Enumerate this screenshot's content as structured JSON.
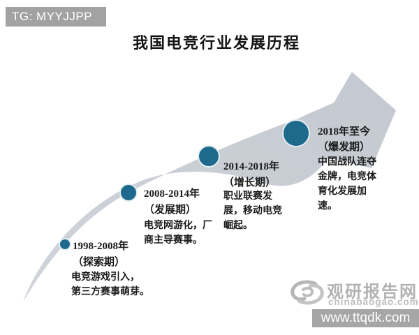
{
  "tg_badge": {
    "label": "TG: MYYJJPP"
  },
  "title": "我国电竞行业发展历程",
  "arrow": {
    "shape": "curved-growth-arrow",
    "direction": "bottom-left to top-right"
  },
  "milestones": [
    {
      "year": "1998-2008年",
      "period": "（探索期）",
      "desc": "电竞游戏引入，\n第三方赛事萌芽。"
    },
    {
      "year": "2008-2014年",
      "period": "（发展期）",
      "desc": "电竞网游化，厂\n商主导赛事。"
    },
    {
      "year": "2014-2018年",
      "period": "（增长期）",
      "desc": "职业联赛发\n展，移动电竞\n崛起。"
    },
    {
      "year": "2018年至今",
      "period": "（爆发期）",
      "desc": "中国战队连夺\n金牌，电竞体\n育化发展加\n速。"
    }
  ],
  "watermark": {
    "logo_icon": "swirl-globe-icon",
    "site_name": "观研报告网",
    "site_domain": "chinabaogao.com",
    "url_bar": "www.ttqdk.com"
  },
  "colors": {
    "milestone_dot": "#1e6a8c",
    "dot_ring": "#e2edf2",
    "arrow_body": "#c8ccd3",
    "tg_badge_bg": "#a2a2a2",
    "url_bar_bg": "#a6a6a6",
    "watermark_text": "#b2b2b2",
    "text": "#1b1b1b"
  }
}
